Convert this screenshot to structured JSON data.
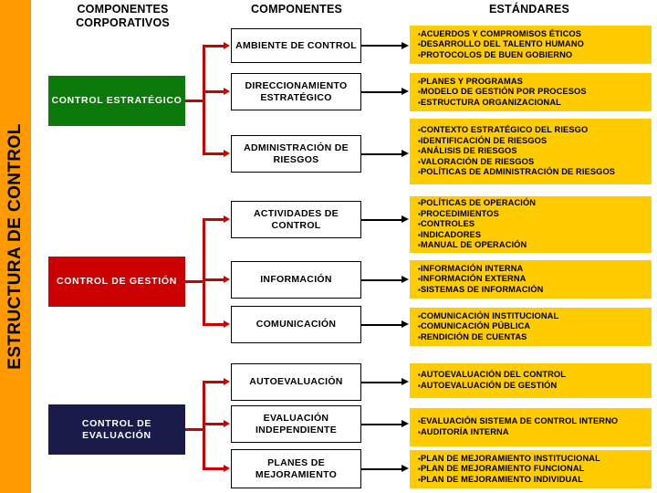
{
  "sidebar": {
    "label": "ESTRUCTURA DE CONTROL",
    "color": "#FF9900"
  },
  "headers": {
    "corporate": "COMPONENTES CORPORATIVOS",
    "components": "COMPONENTES",
    "standards": "ESTÁNDARES"
  },
  "colors": {
    "orange": "#FF9900",
    "green": "#0B7A0B",
    "red": "#CC0000",
    "navy": "#1B1B4B",
    "yellow": "#FFCC00",
    "connector_red": "#CC0000",
    "connector_black": "#000000"
  },
  "groups": [
    {
      "id": "estrategico",
      "label": "CONTROL ESTRATÉGICO",
      "color": "#0B7A0B"
    },
    {
      "id": "gestion",
      "label": "CONTROL DE GESTIÓN",
      "color": "#CC0000"
    },
    {
      "id": "evaluacion",
      "label": "CONTROL DE EVALUACIÓN",
      "color": "#1B1B4B"
    }
  ],
  "rows": [
    {
      "component": "AMBIENTE DE CONTROL",
      "standards": [
        "ACUERDOS Y COMPROMISOS ÉTICOS",
        "DESARROLLO DEL TALENTO HUMANO",
        "PROTOCOLOS DE BUEN GOBIERNO"
      ]
    },
    {
      "component": "DIRECCIONAMIENTO ESTRATÉGICO",
      "standards": [
        "PLANES Y PROGRAMAS",
        "MODELO DE GESTIÓN POR PROCESOS",
        "ESTRUCTURA ORGANIZACIONAL"
      ]
    },
    {
      "component": "ADMINISTRACIÓN DE RIESGOS",
      "standards": [
        "CONTEXTO ESTRATÉGICO DEL RIESGO",
        "IDENTIFICACIÓN DE RIESGOS",
        "ANÁLISIS DE RIESGOS",
        "VALORACIÓN DE RIESGOS",
        "POLÍTICAS DE ADMINISTRACIÓN DE RIESGOS"
      ]
    },
    {
      "component": "ACTIVIDADES DE CONTROL",
      "standards": [
        "POLÍTICAS DE OPERACIÓN",
        "PROCEDIMIENTOS",
        "CONTROLES",
        "INDICADORES",
        "MANUAL DE OPERACIÓN"
      ]
    },
    {
      "component": "INFORMACIÓN",
      "standards": [
        "INFORMACIÓN INTERNA",
        "INFORMACIÓN EXTERNA",
        "SISTEMAS DE INFORMACIÓN"
      ]
    },
    {
      "component": "COMUNICACIÓN",
      "standards": [
        "COMUNICACIÓN INSTITUCIONAL",
        "COMUNICACIÓN PÚBLICA",
        "RENDICIÓN DE CUENTAS"
      ]
    },
    {
      "component": "AUTOEVALUACIÓN",
      "standards": [
        "AUTOEVALUACIÓN DEL CONTROL",
        "AUTOEVALUACIÓN DE GESTIÓN"
      ]
    },
    {
      "component": "EVALUACIÓN INDEPENDIENTE",
      "standards": [
        "EVALUACIÓN SISTEMA DE CONTROL INTERNO",
        "AUDITORÍA INTERNA"
      ]
    },
    {
      "component": "PLANES DE MEJORAMIENTO",
      "standards": [
        "PLAN DE MEJORAMIENTO INSTITUCIONAL",
        "PLAN DE MEJORAMIENTO FUNCIONAL",
        "PLAN DE MEJORAMIENTO INDIVIDUAL"
      ]
    }
  ]
}
